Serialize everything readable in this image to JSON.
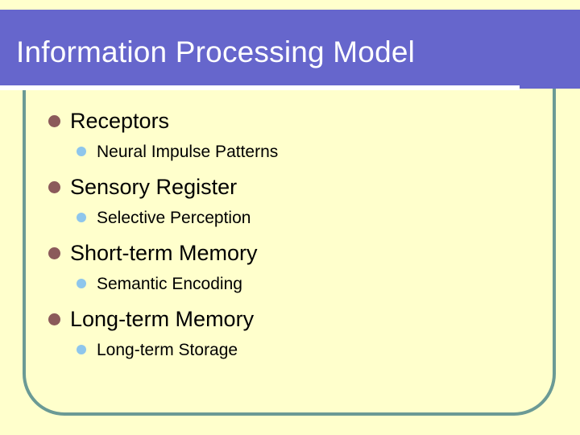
{
  "slide": {
    "title": "Information Processing Model",
    "colors": {
      "background": "#ffffcc",
      "title_band": "#6666cc",
      "title_text": "#ffffff",
      "title_rule": "#ffffff",
      "frame_border": "#6b9a95",
      "bullet_level1": "#8b5a5a",
      "bullet_level2": "#8ec6ec",
      "body_text": "#000000"
    },
    "bullets": [
      {
        "label": "Receptors",
        "marker": "filled-circle-bullet",
        "sub": [
          {
            "label": "Neural Impulse Patterns",
            "marker": "filled-circle-bullet"
          }
        ]
      },
      {
        "label": "Sensory Register",
        "marker": "filled-circle-bullet",
        "sub": [
          {
            "label": "Selective Perception",
            "marker": "filled-circle-bullet"
          }
        ]
      },
      {
        "label": "Short-term Memory",
        "marker": "filled-circle-bullet",
        "sub": [
          {
            "label": "Semantic Encoding",
            "marker": "filled-circle-bullet"
          }
        ]
      },
      {
        "label": "Long-term Memory",
        "marker": "filled-circle-bullet",
        "sub": [
          {
            "label": "Long-term Storage",
            "marker": "filled-circle-bullet"
          }
        ]
      }
    ]
  }
}
